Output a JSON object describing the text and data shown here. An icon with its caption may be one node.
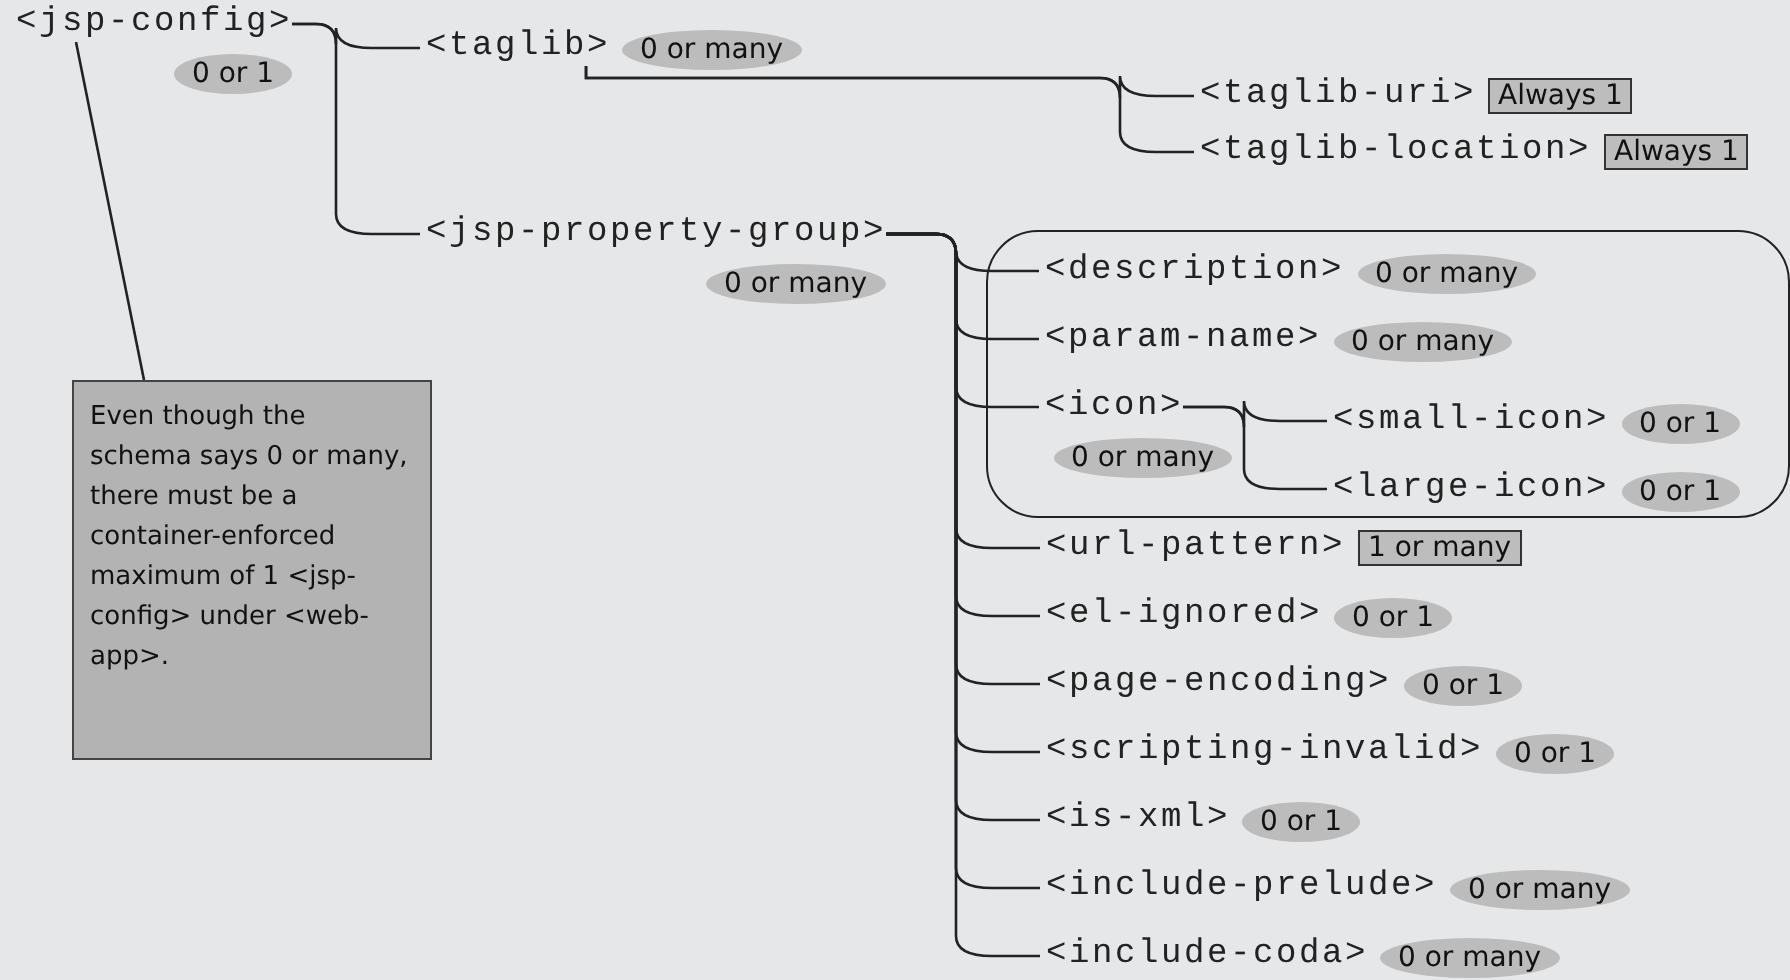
{
  "diagram": {
    "nodes": [
      {
        "text": [
          "<jsp-config>"
        ],
        "beside": [
          "0 or 1"
        ]
      },
      {
        "text": [
          "<taglib>"
        ],
        "beside": [
          "0 or many"
        ]
      },
      {
        "text": [
          "<taglib-uri>"
        ],
        "beside": [
          "Always 1"
        ]
      },
      {
        "text": [
          "<taglib-location>"
        ],
        "beside": [
          "Always 1"
        ]
      },
      {
        "text": [
          "<jsp-property-group>"
        ],
        "beside": [
          "0 or many"
        ]
      },
      {
        "text": [],
        "shape": "box"
      },
      {
        "text": [
          "<description>"
        ],
        "beside": [
          "0 or many"
        ],
        "in": 5
      },
      {
        "text": [
          "<param-name>"
        ],
        "beside": [
          "0 or many"
        ],
        "in": 5
      },
      {
        "text": [
          "<icon>"
        ],
        "beside": [
          "0 or many"
        ],
        "in": 5
      },
      {
        "text": [
          "<small-icon>"
        ],
        "beside": [
          "0 or 1"
        ],
        "in": 5
      },
      {
        "text": [
          "<large-icon>"
        ],
        "beside": [
          "0 or 1"
        ],
        "in": 5
      },
      {
        "text": [
          "<url-pattern>"
        ],
        "beside": [
          "1 or many"
        ]
      },
      {
        "text": [
          "<el-ignored>"
        ],
        "beside": [
          "0 or 1"
        ]
      },
      {
        "text": [
          "<page-encoding>"
        ],
        "beside": [
          "0 or 1"
        ]
      },
      {
        "text": [
          "<scripting-invalid>"
        ],
        "beside": [
          "0 or 1"
        ]
      },
      {
        "text": [
          "<is-xml>"
        ],
        "beside": [
          "0 or 1"
        ]
      },
      {
        "text": [
          "<include-prelude>"
        ],
        "beside": [
          "0 or many"
        ]
      },
      {
        "text": [
          "<include-coda>"
        ],
        "beside": [
          "0 or many"
        ]
      },
      {
        "text": [
          "Even though the schema says 0 or many, there must be a container-enforced maximum of 1 <jsp-config> under <web-app>."
        ]
      }
    ],
    "edges": [
      {
        "from": 0,
        "to": 1,
        "arrow": "none"
      },
      {
        "from": 0,
        "to": 4,
        "arrow": "none"
      },
      {
        "from": 1,
        "to": 2,
        "arrow": "none"
      },
      {
        "from": 1,
        "to": 3,
        "arrow": "none"
      },
      {
        "from": 4,
        "to": 6,
        "arrow": "none"
      },
      {
        "from": 4,
        "to": 7,
        "arrow": "none"
      },
      {
        "from": 4,
        "to": 8,
        "arrow": "none"
      },
      {
        "from": 8,
        "to": 9,
        "arrow": "none"
      },
      {
        "from": 8,
        "to": 10,
        "arrow": "none"
      },
      {
        "from": 4,
        "to": 11,
        "arrow": "none"
      },
      {
        "from": 4,
        "to": 12,
        "arrow": "none"
      },
      {
        "from": 4,
        "to": 13,
        "arrow": "none"
      },
      {
        "from": 4,
        "to": 14,
        "arrow": "none"
      },
      {
        "from": 4,
        "to": 15,
        "arrow": "none"
      },
      {
        "from": 4,
        "to": 16,
        "arrow": "none"
      },
      {
        "from": 4,
        "to": 17,
        "arrow": "none"
      },
      {
        "from": 18,
        "to": 0,
        "arrow": "none"
      }
    ]
  }
}
